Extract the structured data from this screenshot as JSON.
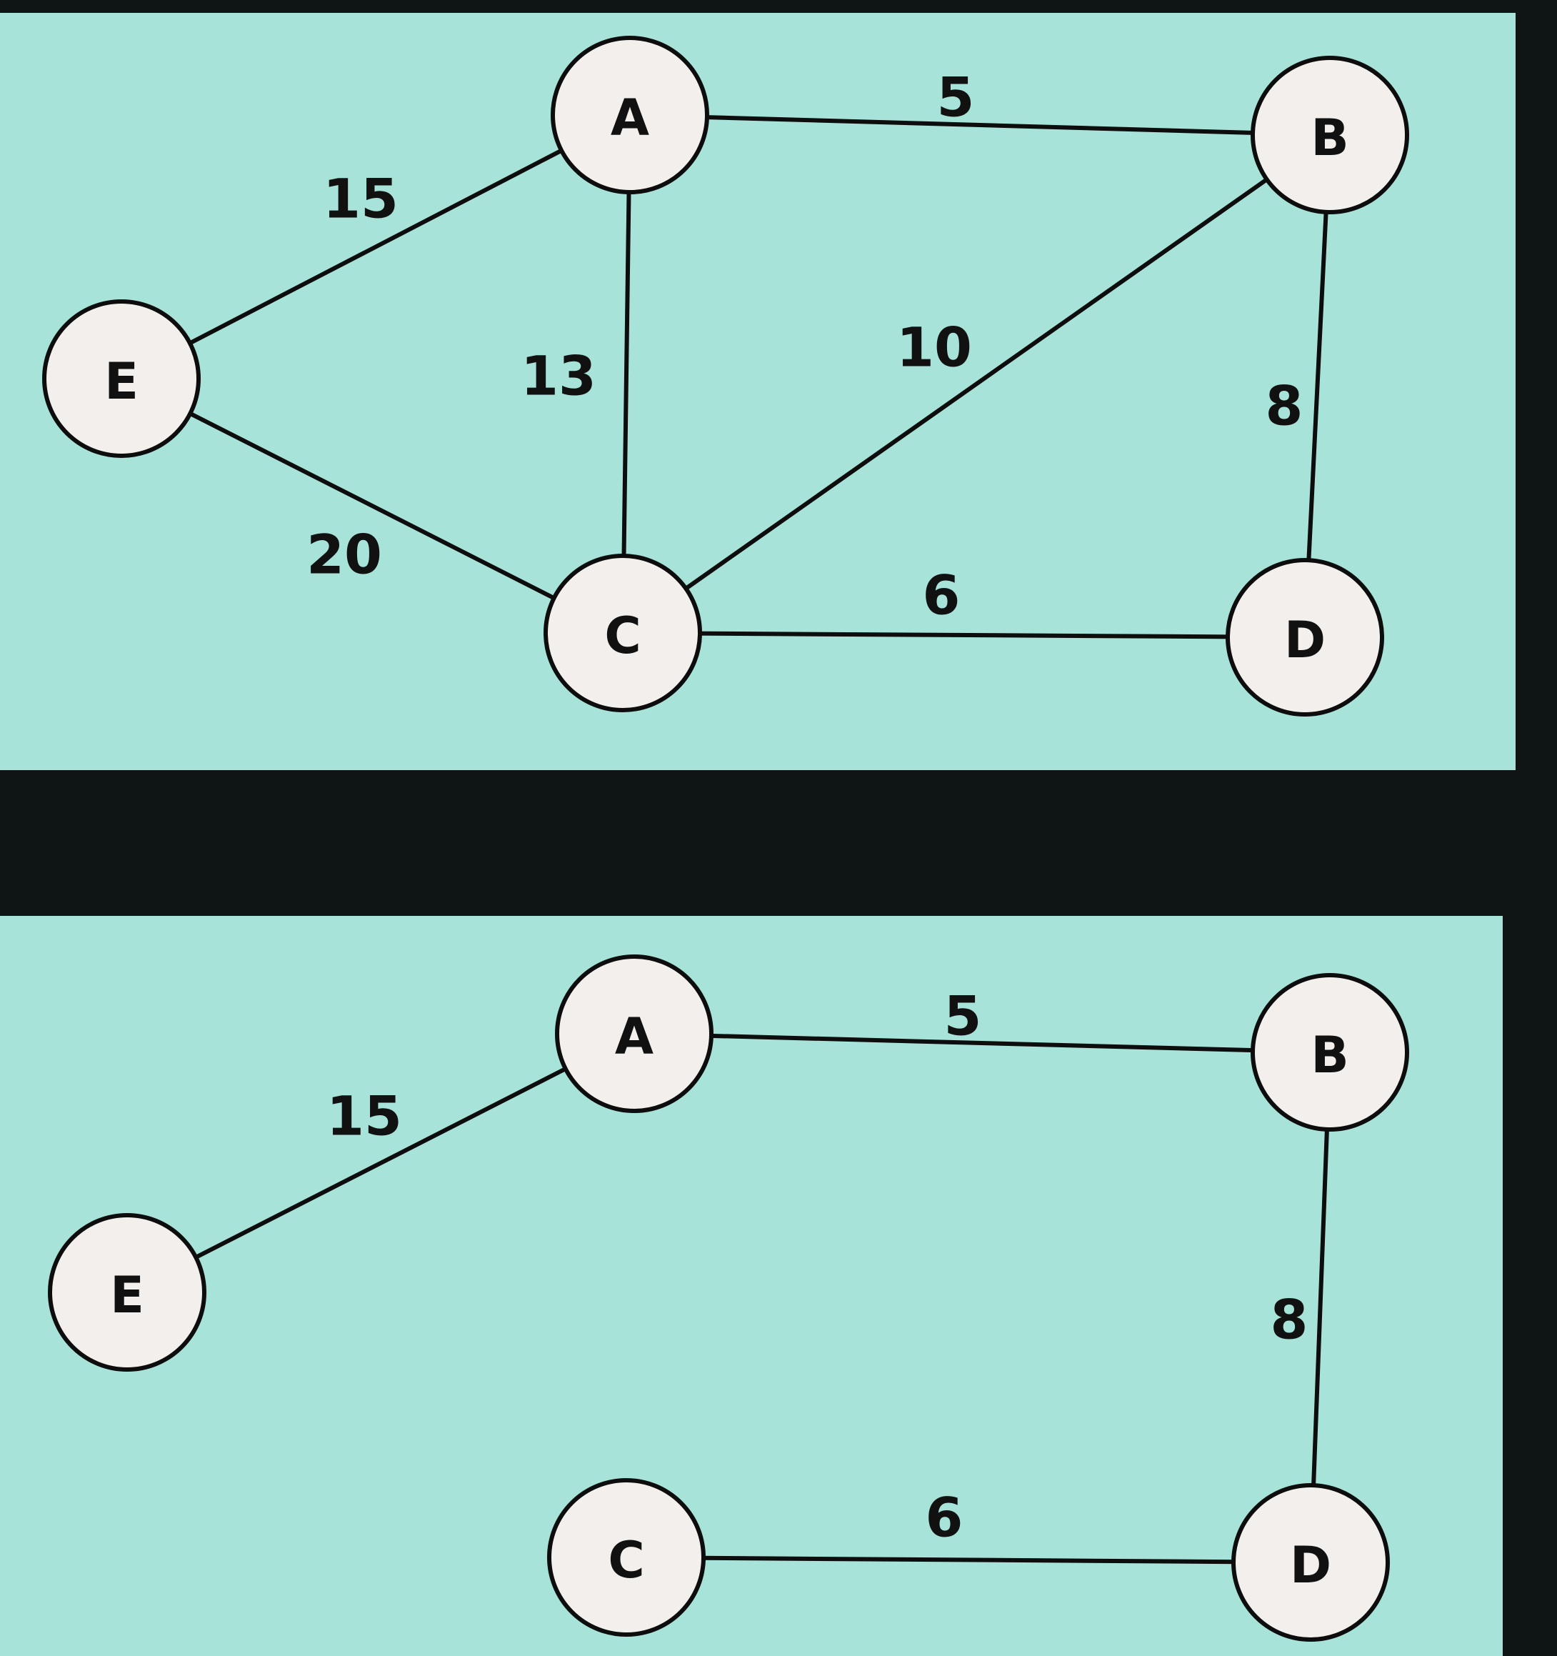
{
  "graphs": [
    {
      "id": "original",
      "nodes": [
        {
          "id": "A",
          "label": "A"
        },
        {
          "id": "B",
          "label": "B"
        },
        {
          "id": "C",
          "label": "C"
        },
        {
          "id": "D",
          "label": "D"
        },
        {
          "id": "E",
          "label": "E"
        }
      ],
      "edges": [
        {
          "from": "A",
          "to": "B",
          "weight": "5"
        },
        {
          "from": "E",
          "to": "A",
          "weight": "15"
        },
        {
          "from": "A",
          "to": "C",
          "weight": "13"
        },
        {
          "from": "C",
          "to": "B",
          "weight": "10"
        },
        {
          "from": "B",
          "to": "D",
          "weight": "8"
        },
        {
          "from": "E",
          "to": "C",
          "weight": "20"
        },
        {
          "from": "C",
          "to": "D",
          "weight": "6"
        }
      ]
    },
    {
      "id": "spanning-tree",
      "nodes": [
        {
          "id": "A",
          "label": "A"
        },
        {
          "id": "B",
          "label": "B"
        },
        {
          "id": "C",
          "label": "C"
        },
        {
          "id": "D",
          "label": "D"
        },
        {
          "id": "E",
          "label": "E"
        }
      ],
      "edges": [
        {
          "from": "A",
          "to": "B",
          "weight": "5"
        },
        {
          "from": "E",
          "to": "A",
          "weight": "15"
        },
        {
          "from": "B",
          "to": "D",
          "weight": "8"
        },
        {
          "from": "C",
          "to": "D",
          "weight": "6"
        }
      ]
    }
  ],
  "colors": {
    "panel_background": "#a8e3d9",
    "node_fill": "#f2efec",
    "stroke": "#0d0d0d"
  }
}
